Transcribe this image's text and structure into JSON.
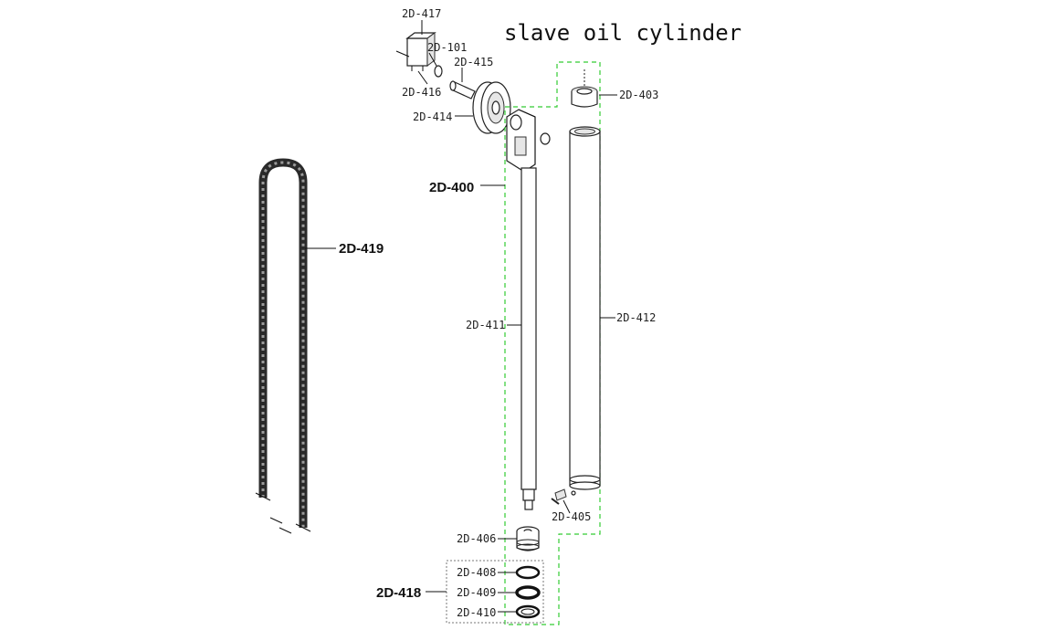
{
  "diagram": {
    "title": "slave oil cylinder",
    "labels": {
      "p417": "2D-417",
      "p101": "2D-101",
      "p415": "2D-415",
      "p416": "2D-416",
      "p414": "2D-414",
      "p403": "2D-403",
      "p400": "2D-400",
      "p419": "2D-419",
      "p411": "2D-411",
      "p412": "2D-412",
      "p405": "2D-405",
      "p406": "2D-406",
      "p408": "2D-408",
      "p409": "2D-409",
      "p410": "2D-410",
      "p418": "2D-418"
    },
    "colors": {
      "assembly_outline": "#33cc33",
      "subassembly_outline": "#777777",
      "line": "#111111"
    }
  }
}
